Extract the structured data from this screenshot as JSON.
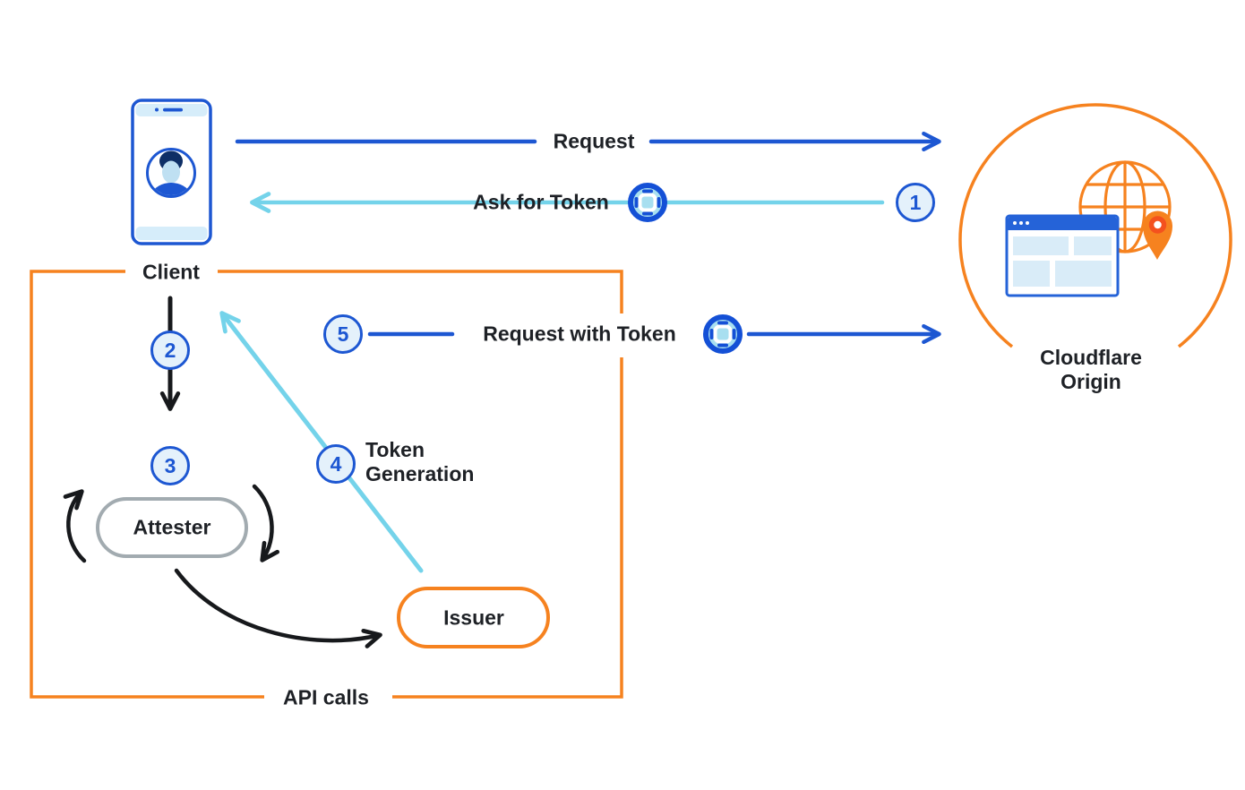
{
  "labels": {
    "client": "Client",
    "request": "Request",
    "ask_for_token": "Ask for Token",
    "request_with_token": "Request with Token",
    "token_generation": "Token Generation",
    "attester": "Attester",
    "issuer": "Issuer",
    "api_calls": "API calls",
    "cloudflare_origin": "Cloudflare Origin"
  },
  "steps": [
    "1",
    "2",
    "3",
    "4",
    "5"
  ],
  "icons": {
    "token": "privacy-pass-token",
    "client": "smartphone-with-user-avatar",
    "origin": "globe-browser-location-pin"
  },
  "colors": {
    "blue": "#1d57d2",
    "cyan": "#74d3ea",
    "orange": "#f6821f",
    "gray": "#a2abb0",
    "ink": "#1e2126",
    "step-fill": "#e4f1fb",
    "light-blue-fill": "#d6edfa"
  }
}
